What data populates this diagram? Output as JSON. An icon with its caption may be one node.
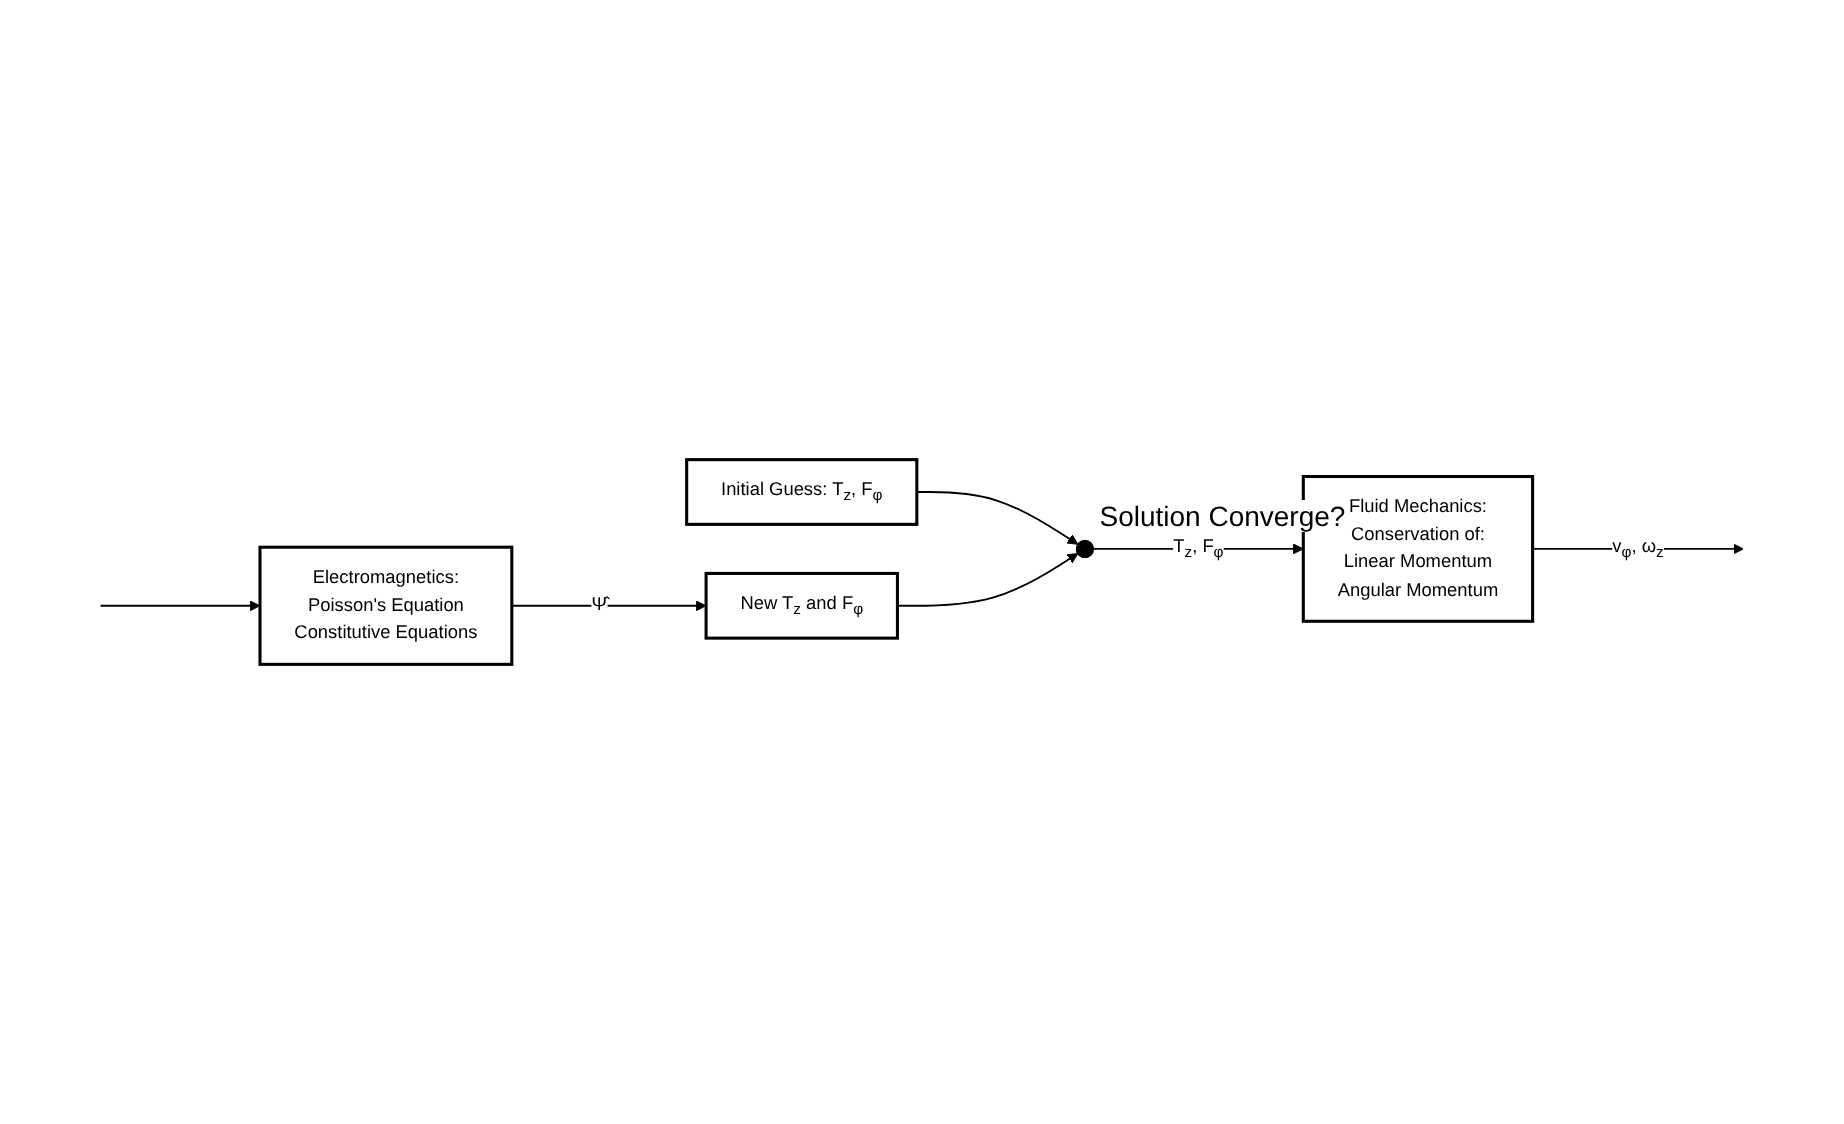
{
  "diagram": {
    "nodes": [
      {
        "text": [
          "Initial Guess: T$_{z}$, F$_{φ}$"
        ]
      },
      {
        "text": [],
        "shape": "circle",
        "beside": [
          "Solution Converge?"
        ]
      },
      {
        "text": [
          "Fluid Mechanics:",
          "Conservation of:",
          "Linear Momentum",
          "Angular Momentum"
        ]
      },
      {
        "text": [
          "New T$_{z}$ and F$_{φ}$"
        ]
      },
      {
        "text": [
          "Electromagnetics:",
          "Poisson's Equation",
          "Constitutive Equations"
        ]
      }
    ],
    "edges": [
      {
        "from": 0,
        "to": 1,
        "arrow": "to"
      },
      {
        "from": 3,
        "to": 1,
        "arrow": "to"
      },
      {
        "from": 1,
        "to": 2,
        "arrow": "to",
        "label": "T$_{z}$, F$_{φ}$"
      },
      {
        "from": 2,
        "to": null,
        "arrow": "to",
        "label": "v$_{φ}$, ω$_{z}$"
      },
      {
        "from": null,
        "to": 4,
        "arrow": "to"
      },
      {
        "from": 4,
        "to": 3,
        "arrow": "to",
        "label": "Ψ̂"
      }
    ]
  }
}
